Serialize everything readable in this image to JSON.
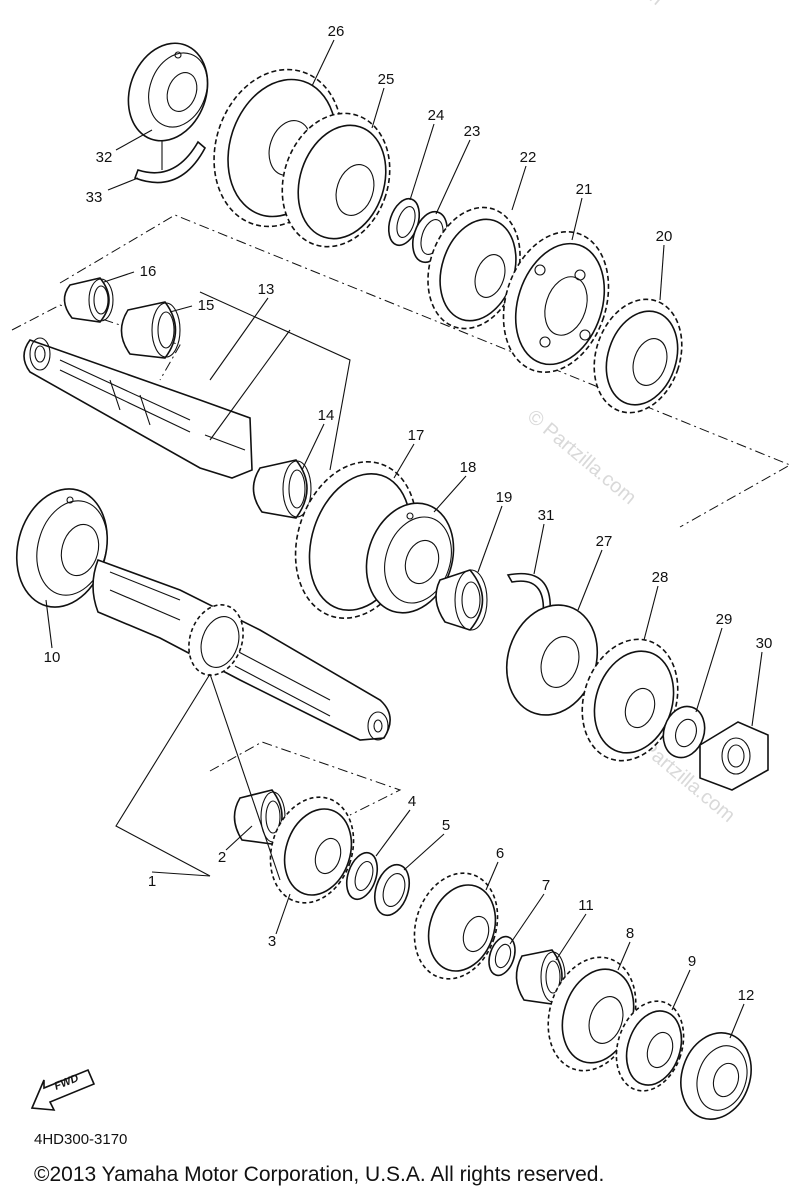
{
  "watermark": "© Partzilla.com",
  "diagram_code": "4HD300-3170",
  "copyright": "©2013  Yamaha Motor Corporation, U.S.A. All rights reserved.",
  "fwd_label": "FWD",
  "parts": [
    {
      "id": "p1",
      "label": "1"
    },
    {
      "id": "p2",
      "label": "2"
    },
    {
      "id": "p3",
      "label": "3"
    },
    {
      "id": "p4",
      "label": "4"
    },
    {
      "id": "p5",
      "label": "5"
    },
    {
      "id": "p6",
      "label": "6"
    },
    {
      "id": "p7",
      "label": "7"
    },
    {
      "id": "p8",
      "label": "8"
    },
    {
      "id": "p9",
      "label": "9"
    },
    {
      "id": "p10",
      "label": "10"
    },
    {
      "id": "p11",
      "label": "11"
    },
    {
      "id": "p12",
      "label": "12"
    },
    {
      "id": "p13",
      "label": "13"
    },
    {
      "id": "p14",
      "label": "14"
    },
    {
      "id": "p15",
      "label": "15"
    },
    {
      "id": "p16",
      "label": "16"
    },
    {
      "id": "p17",
      "label": "17"
    },
    {
      "id": "p18",
      "label": "18"
    },
    {
      "id": "p19",
      "label": "19"
    },
    {
      "id": "p20",
      "label": "20"
    },
    {
      "id": "p21",
      "label": "21"
    },
    {
      "id": "p22",
      "label": "22"
    },
    {
      "id": "p23",
      "label": "23"
    },
    {
      "id": "p24",
      "label": "24"
    },
    {
      "id": "p25",
      "label": "25"
    },
    {
      "id": "p26",
      "label": "26"
    },
    {
      "id": "p27",
      "label": "27"
    },
    {
      "id": "p28",
      "label": "28"
    },
    {
      "id": "p29",
      "label": "29"
    },
    {
      "id": "p30",
      "label": "30"
    },
    {
      "id": "p31",
      "label": "31"
    },
    {
      "id": "p32",
      "label": "32"
    },
    {
      "id": "p33",
      "label": "33"
    }
  ]
}
